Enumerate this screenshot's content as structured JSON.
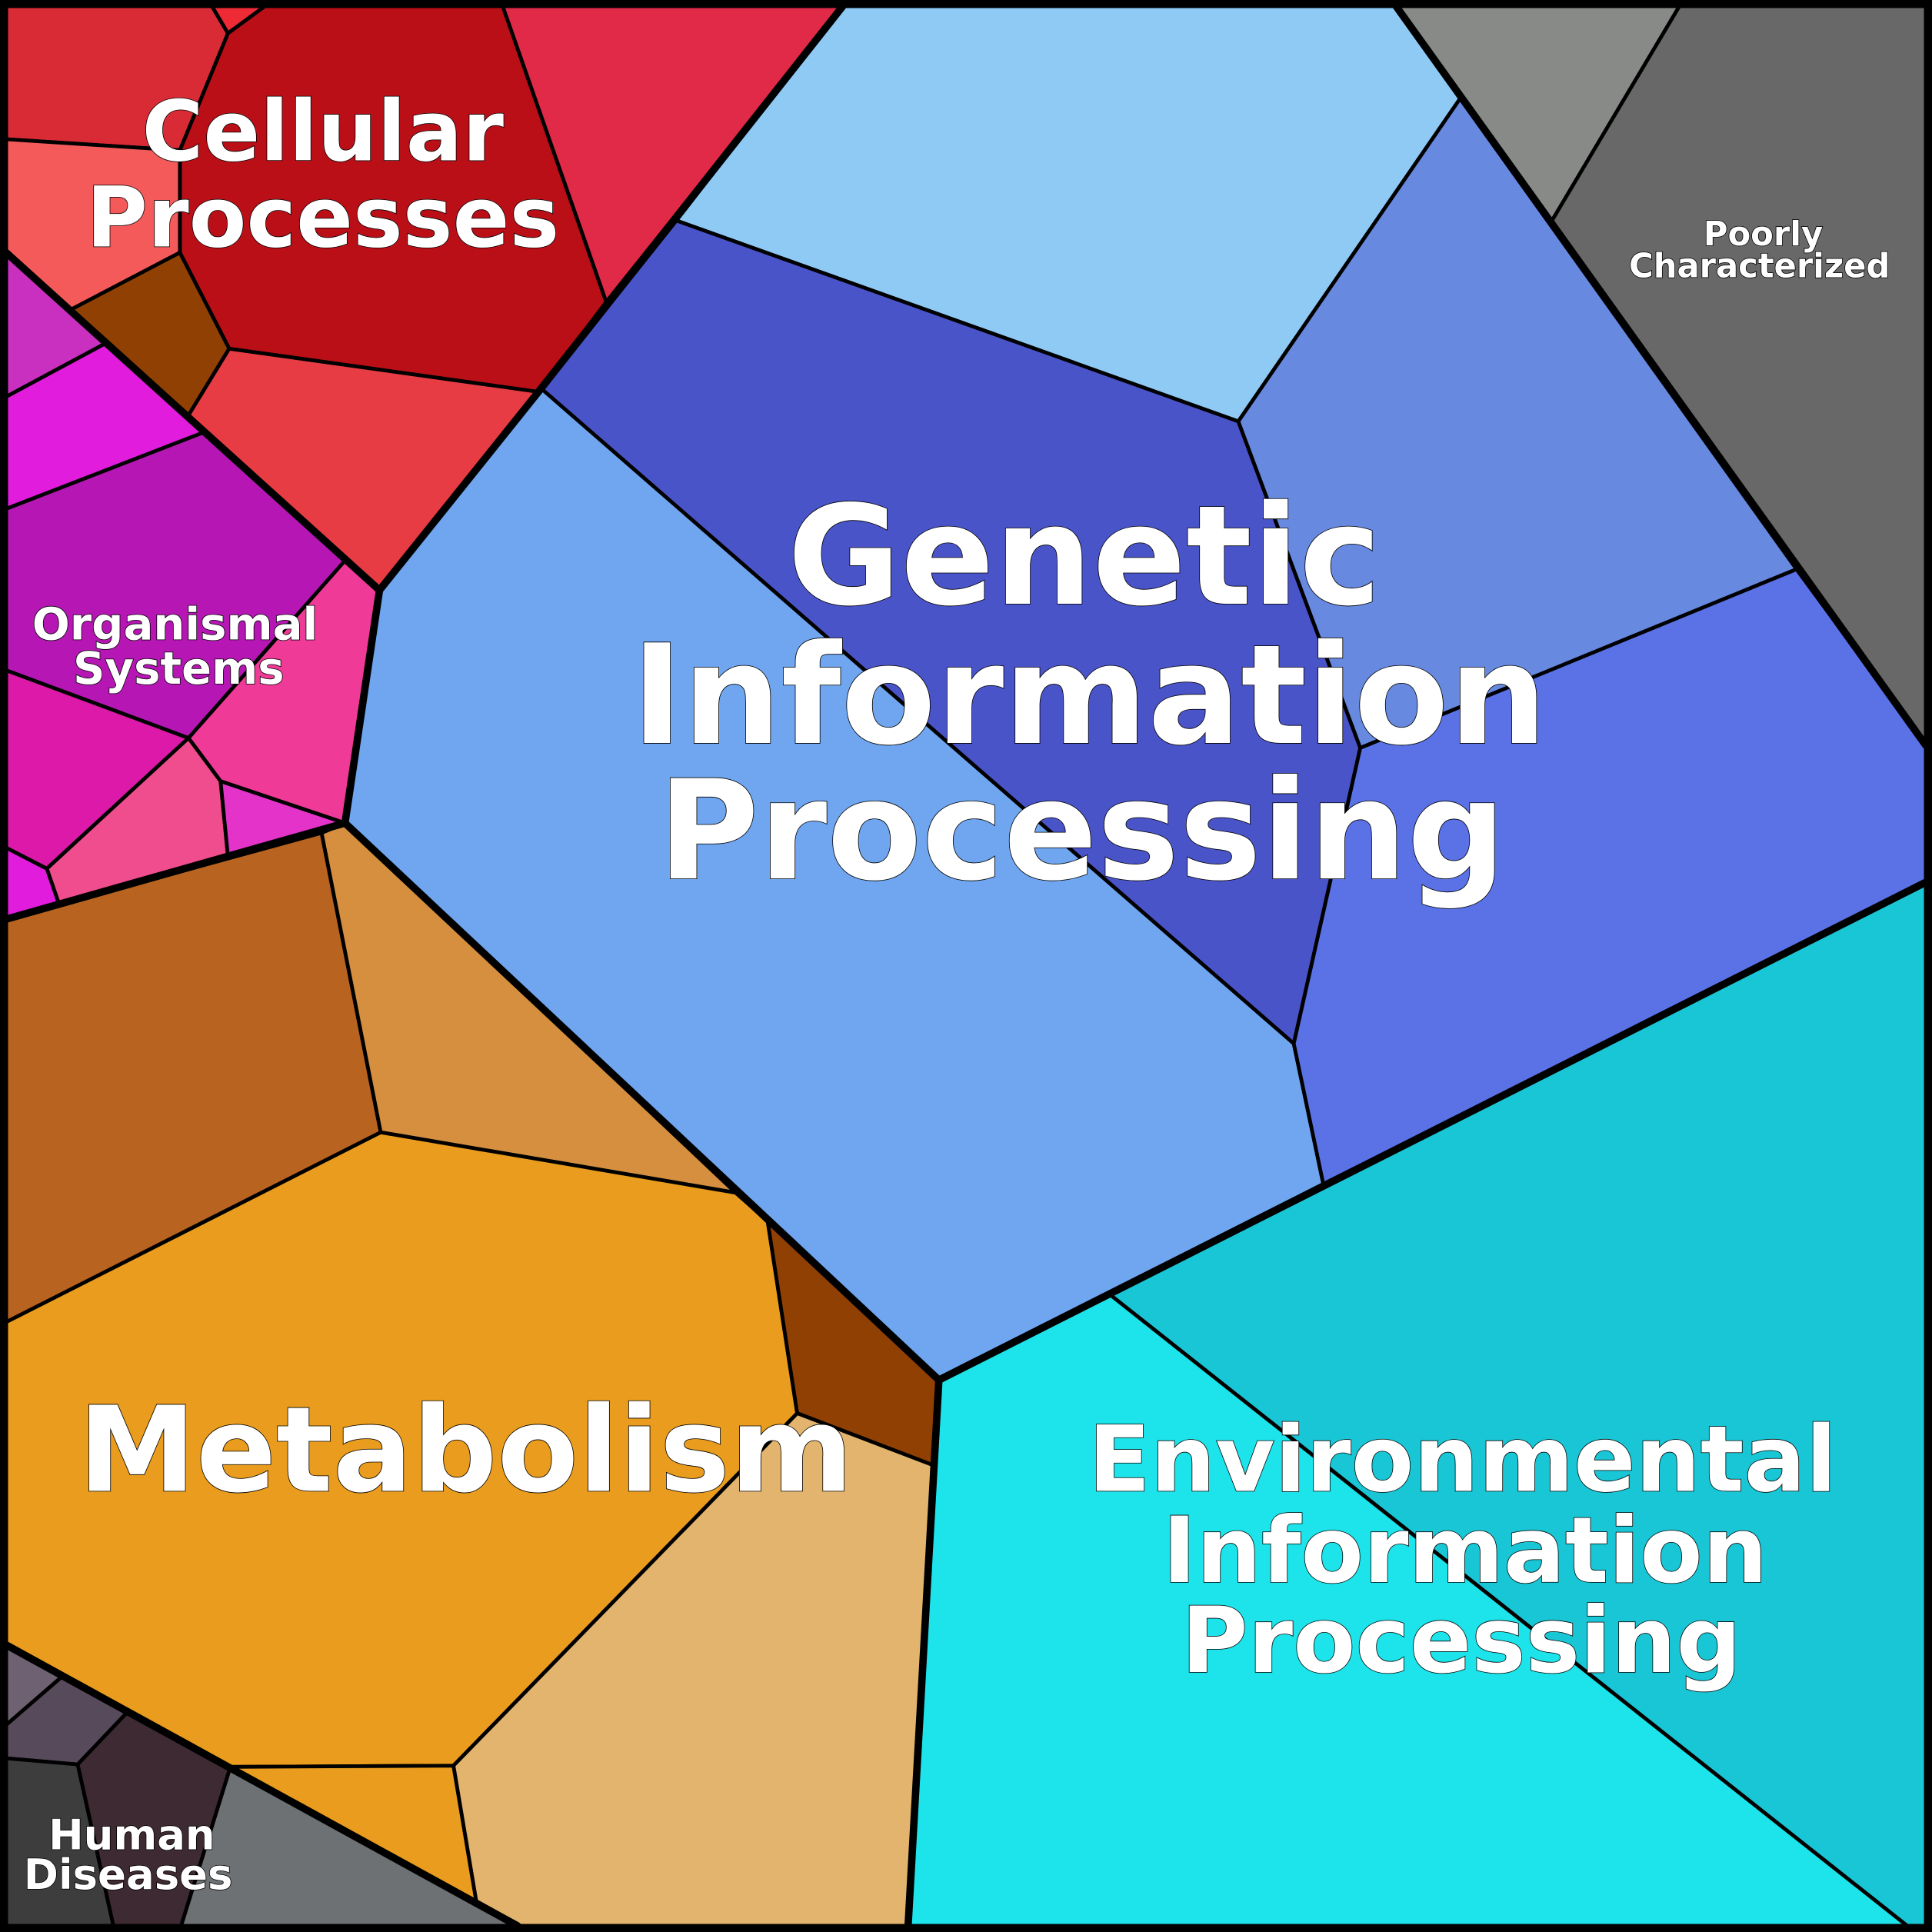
{
  "diagram": {
    "type": "voronoi-treemap",
    "groups": [
      {
        "name": "cellular",
        "label_lines": [
          "Cellular",
          "Processes"
        ],
        "color": "#bb0f17"
      },
      {
        "name": "organismal",
        "label_lines": [
          "Organismal",
          "Systems"
        ],
        "color": "#b617b4"
      },
      {
        "name": "genetic",
        "label_lines": [
          "Genetic",
          "Information",
          "Processing"
        ],
        "color": "#6fa6ef"
      },
      {
        "name": "poorly",
        "label_lines": [
          "Poorly",
          "Characterized"
        ],
        "color": "#686868"
      },
      {
        "name": "metabolism",
        "label_lines": [
          "Metabolism"
        ],
        "color": "#e99c1d"
      },
      {
        "name": "environmental",
        "label_lines": [
          "Environmental",
          "Information",
          "Processing"
        ],
        "color": "#1de3ea"
      },
      {
        "name": "human",
        "label_lines": [
          "Human",
          "Diseases"
        ],
        "color": "#3d3d3d"
      }
    ]
  }
}
